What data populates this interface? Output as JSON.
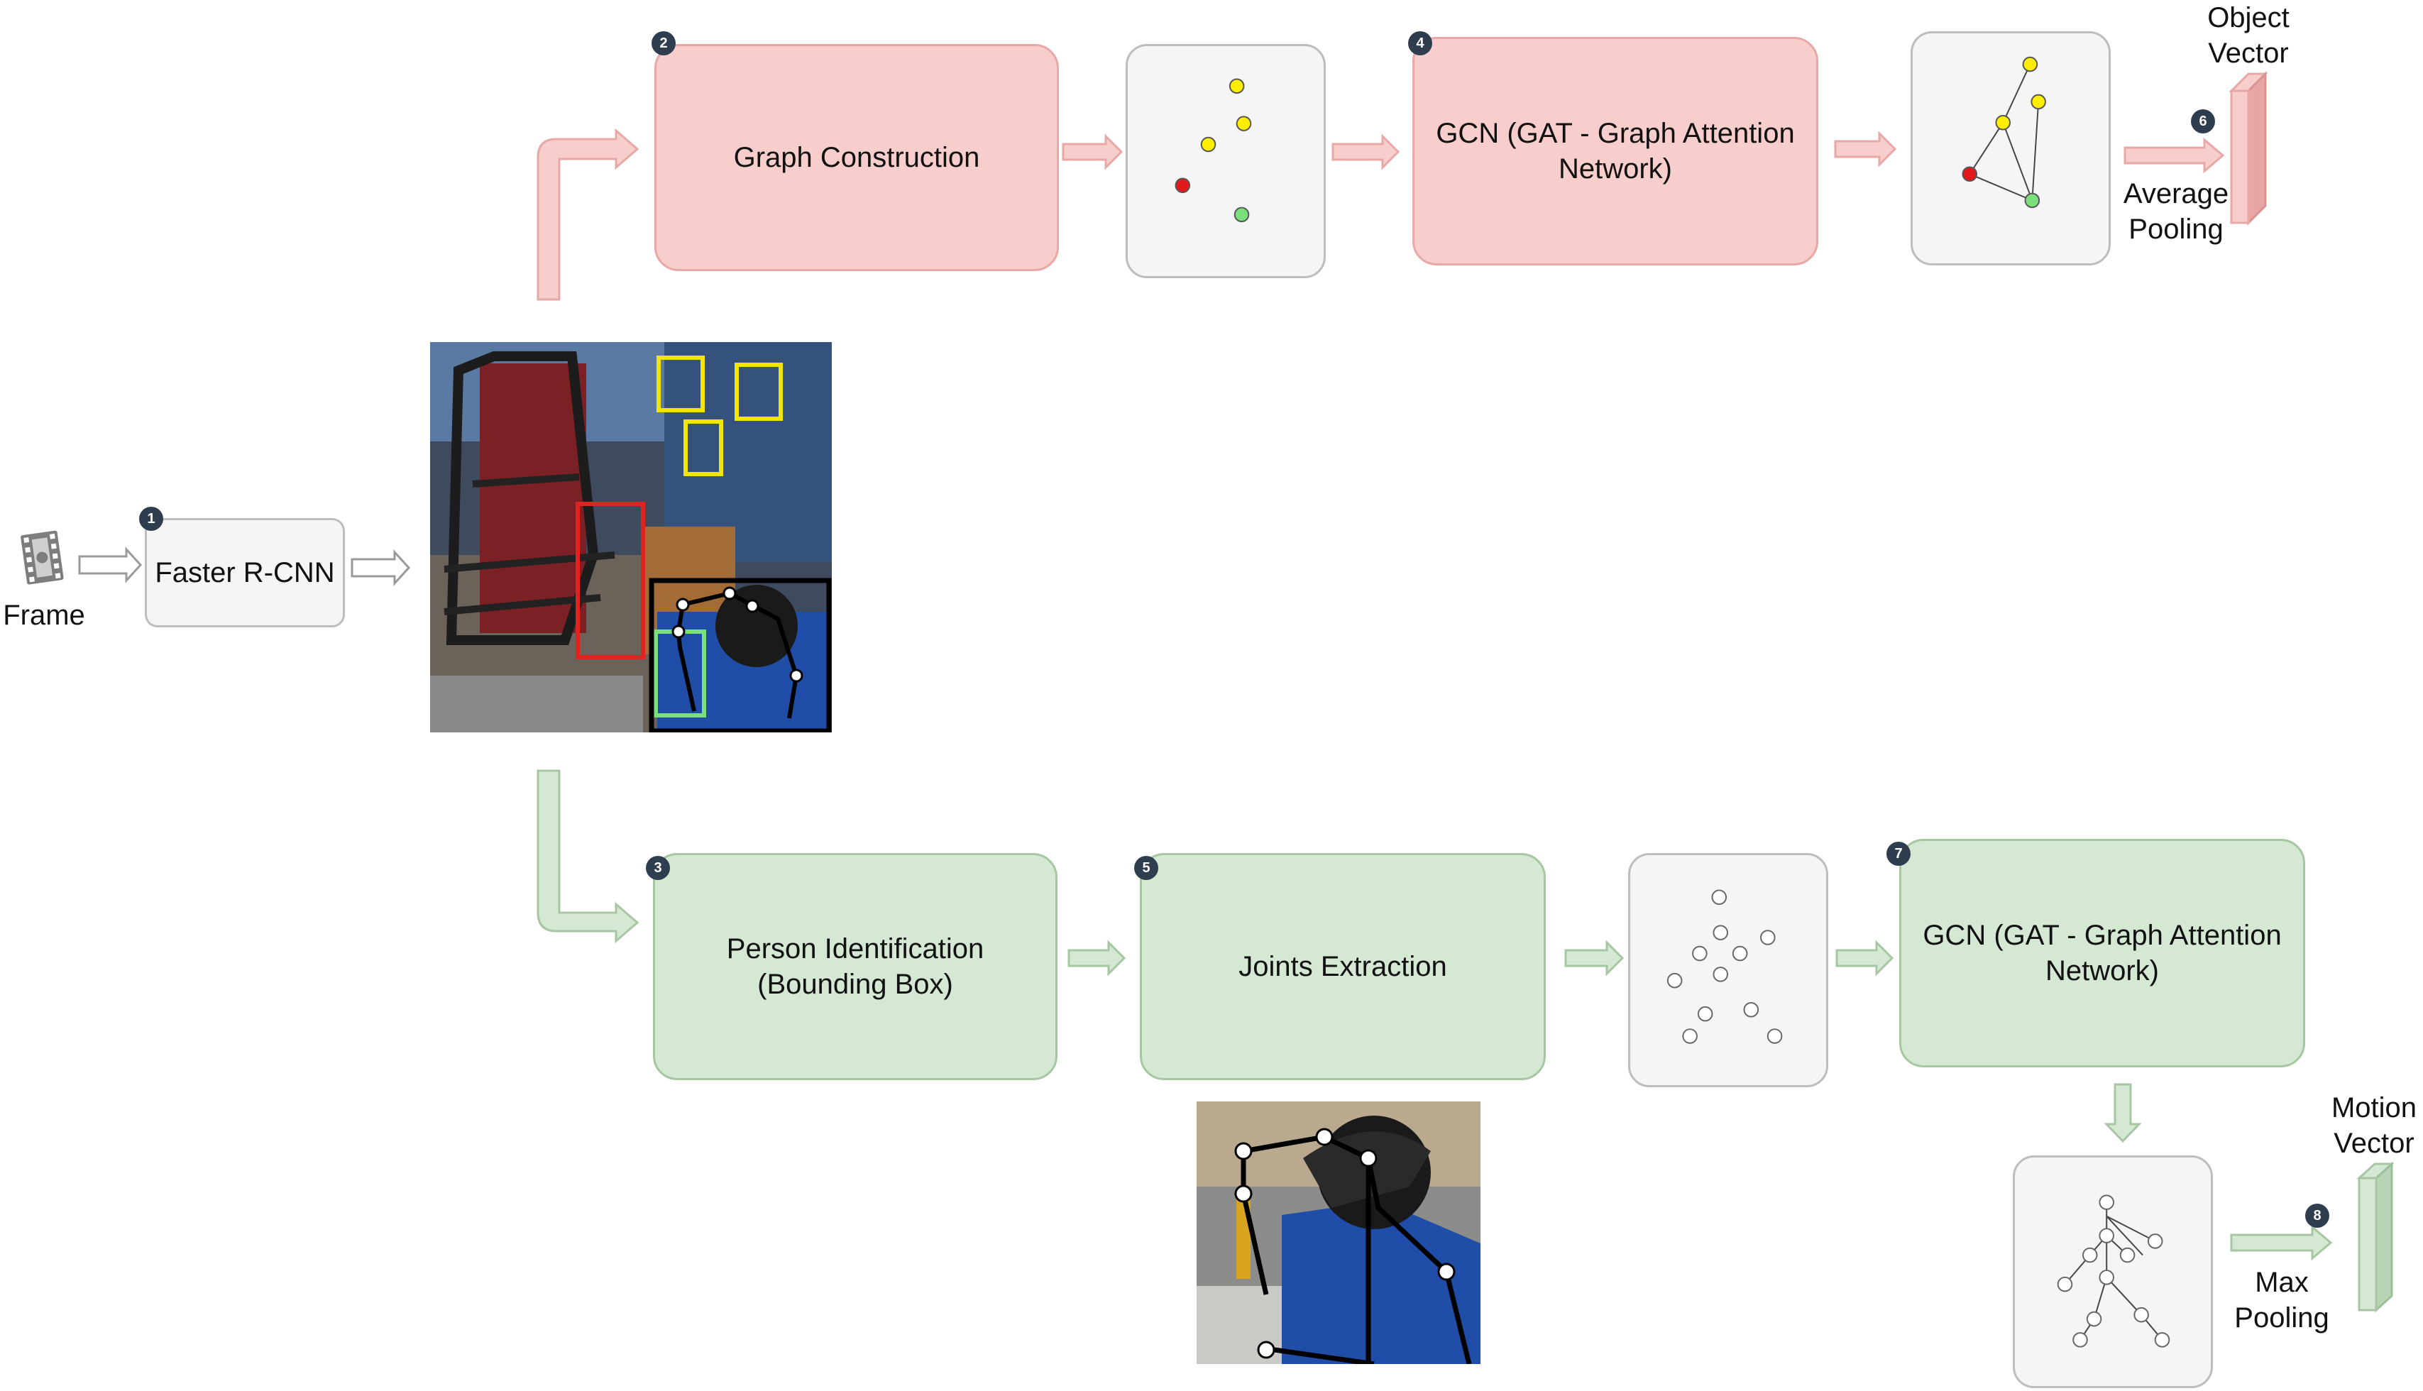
{
  "frame_label": "Frame",
  "steps": {
    "faster_rcnn": {
      "number": "1",
      "label": "Faster R-CNN"
    },
    "graph_construction": {
      "number": "2",
      "label": "Graph Construction"
    },
    "person_identification": {
      "number": "3",
      "label": "Person Identification (Bounding Box)"
    },
    "gcn_object": {
      "number": "4",
      "label": "GCN (GAT - Graph Attention Network)"
    },
    "joints_extraction": {
      "number": "5",
      "label": "Joints Extraction"
    },
    "average_pooling": {
      "number": "6",
      "label": "Average Pooling"
    },
    "gcn_motion": {
      "number": "7",
      "label": "GCN (GAT - Graph Attention Network)"
    },
    "max_pooling": {
      "number": "8",
      "label": "Max Pooling"
    }
  },
  "outputs": {
    "object_vector": "Object Vector",
    "motion_vector": "Motion Vector"
  },
  "colors": {
    "object_branch": "#f8cecc",
    "motion_branch": "#d5e8d4",
    "node_yellow": "#ffee00",
    "node_red": "#e31a1c",
    "node_green": "#7be07b",
    "box_yellow": "#f2e600",
    "box_red": "#e0231f",
    "box_green": "#7be07b"
  }
}
